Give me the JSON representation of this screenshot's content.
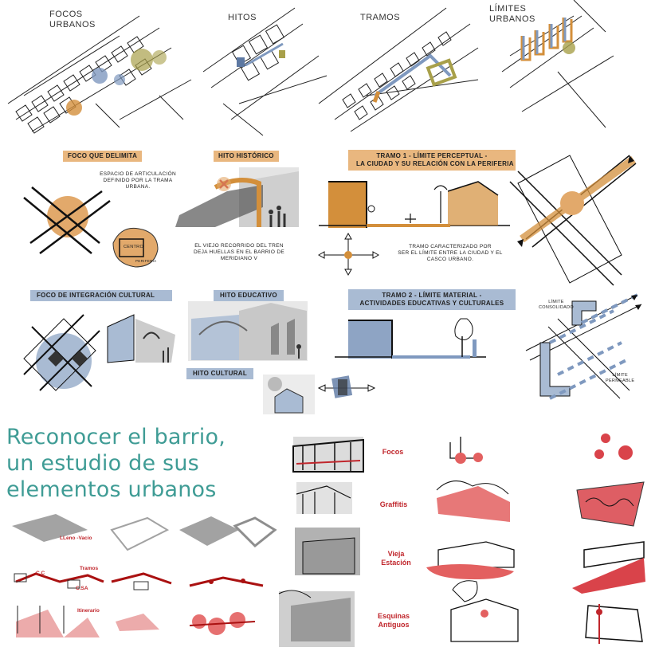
{
  "top_headers": {
    "focos": "FOCOS\nURBANOS",
    "hitos": "HITOS",
    "tramos": "TRAMOS",
    "limites": "LÍMITES\nURBANOS"
  },
  "labels": {
    "foco_delimita": "FOCO QUE DELIMITA",
    "hito_historico": "HITO HISTÓRICO",
    "tramo1": "TRAMO 1 - LÍMITE PERCEPTUAL -\nLA CIUDAD Y SU RELACIÓN CON LA PERIFERIA",
    "foco_integracion": "FOCO DE INTEGRACIÓN CULTURAL",
    "hito_educativo": "HITO EDUCATIVO",
    "tramo2": "TRAMO 2 - LÍMITE MATERIAL -\nACTIVIDADES EDUCATIVAS Y CULTURALES",
    "hito_cultural": "HITO CULTURAL"
  },
  "notes": {
    "espacio": "ESPACIO DE ARTICULACIÓN\nDEFINIDO POR LA TRAMA\nURBANA.",
    "centro": "CENTRO",
    "periferia": "PERIFERIA",
    "tren": "EL VIEJO RECORRIDO DEL TREN\nDEJA HUELLAS EN EL BARRIO DE\nMERIDIANO V",
    "tramo_caracterizado": "TRAMO CARACTERIZADO POR\nSER EL LÍMITE ENTRE LA CIUDAD Y EL\nCASCO URBANO.",
    "limite_consolidado": "LÍMITE\nCONSOLIDADO",
    "limite_permeable": "LÍMITE\nPERMEABLE"
  },
  "title": {
    "line1": "Reconocer el barrio,",
    "line2": "un estudio de sus",
    "line3": "elementos urbanos"
  },
  "bottom_left": {
    "lleno_vacio": "LLeno -Vacío",
    "tramos": "Tramos",
    "cc": "C.C",
    "csa": "C.SA",
    "itinerario": "Itinerario"
  },
  "bottom_right": {
    "focos": "Focos",
    "graffitis": "Graffitis",
    "vieja_estacion": "Vieja\nEstación",
    "esquinas": "Esquinas\nAntiguos"
  },
  "colors": {
    "accent_orange": "#d38f3b",
    "accent_blue": "#7f99bf",
    "accent_olive": "#a8a04a",
    "title_teal": "#3f9c95",
    "sketch_red": "#c0262c"
  }
}
